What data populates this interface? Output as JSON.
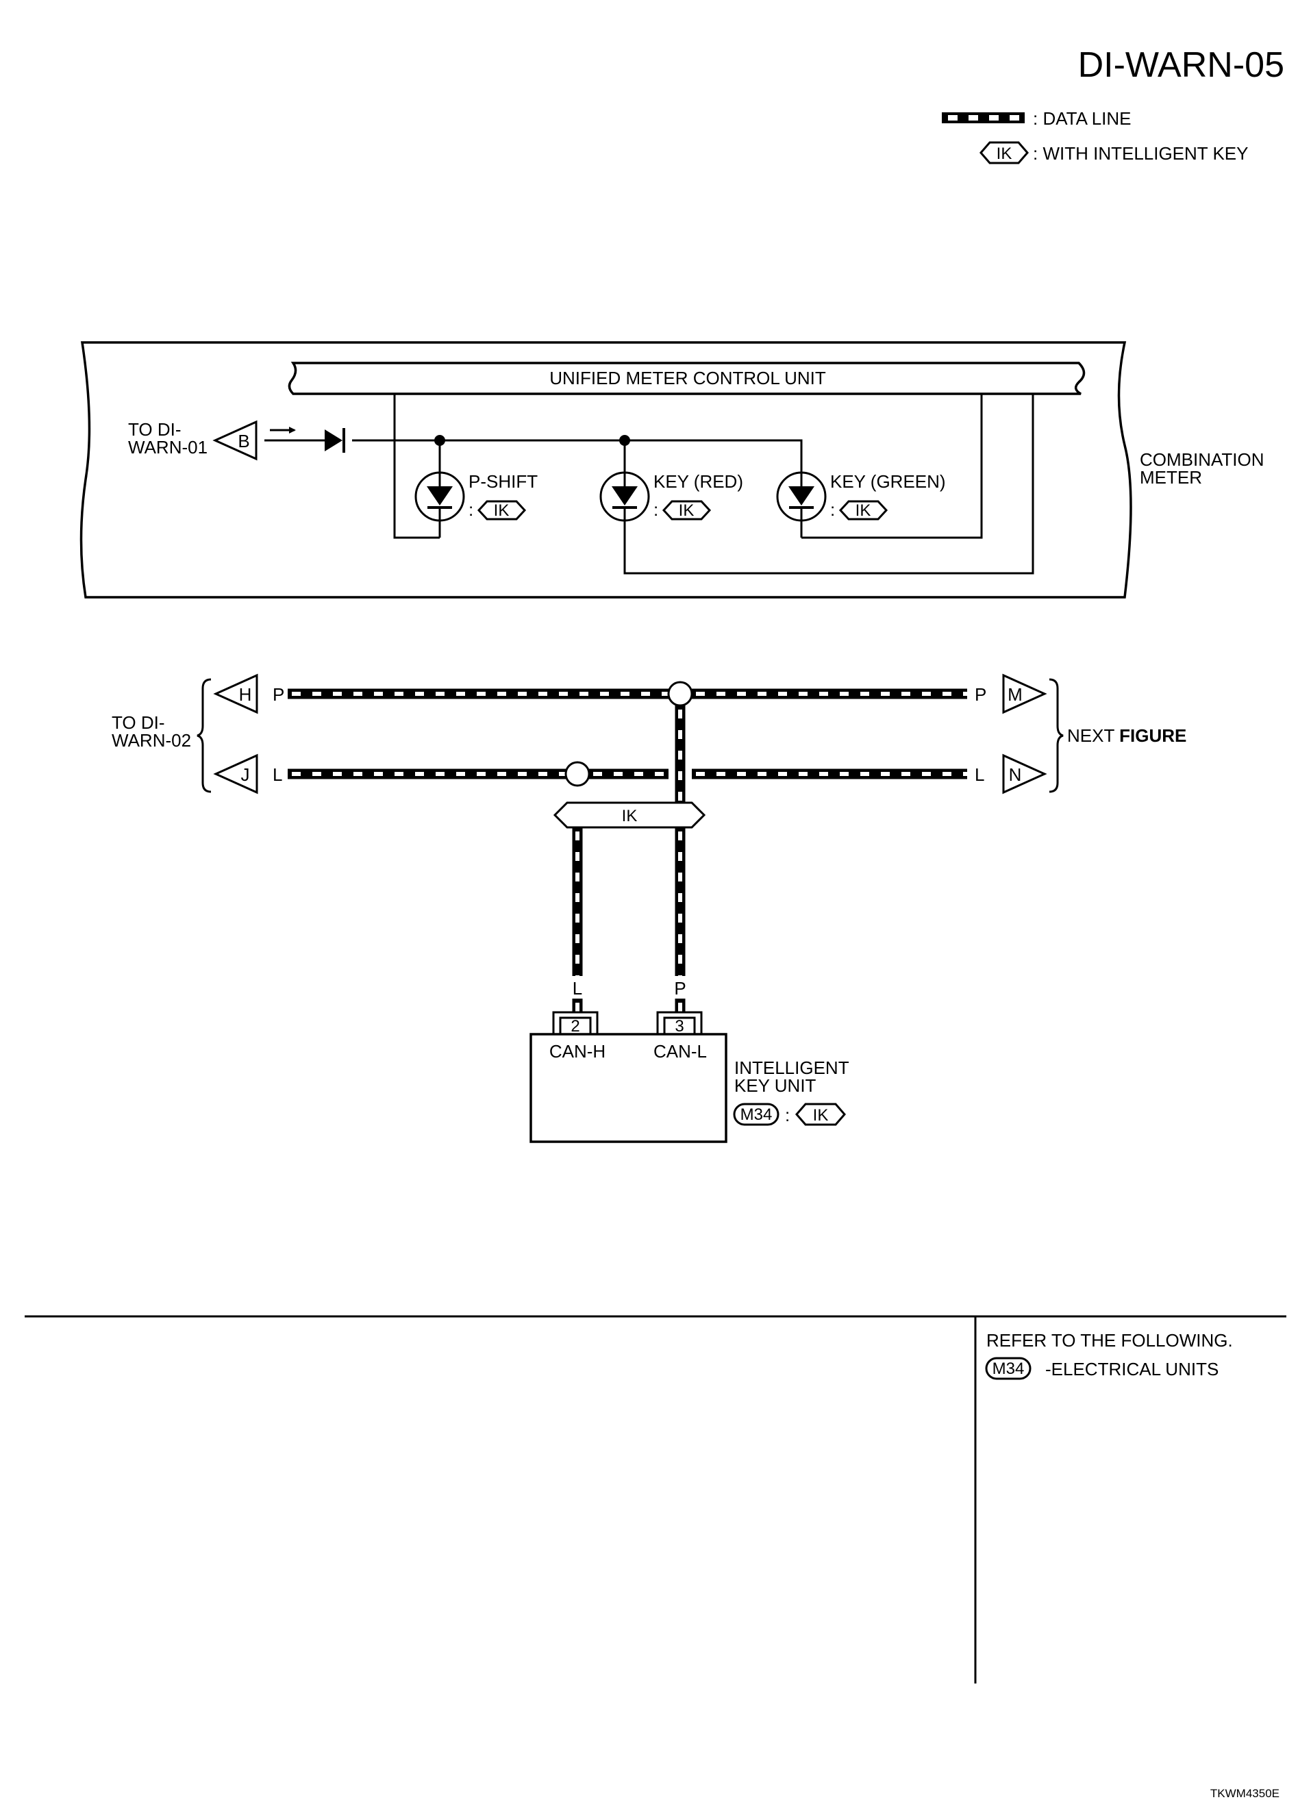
{
  "page_code": "DI-WARN-05",
  "figure_id": "TKWM4350E",
  "legend": {
    "data_line": ": DATA LINE",
    "ik_symbol": "IK",
    "with_intelligent_key": ": WITH INTELLIGENT KEY"
  },
  "combination_meter": {
    "label_line1": "COMBINATION",
    "label_line2": "METER",
    "control_unit": "UNIFIED METER CONTROL UNIT",
    "to_label_line1": "TO DI-",
    "to_label_line2": "WARN-01",
    "connector_b": "B",
    "indicators": [
      {
        "label": "P-SHIFT",
        "option_prefix": ":",
        "option": "IK"
      },
      {
        "label": "KEY (RED)",
        "option_prefix": ":",
        "option": "IK"
      },
      {
        "label": "KEY (GREEN)",
        "option_prefix": ":",
        "option": "IK"
      }
    ]
  },
  "can_bus": {
    "to_label_line1": "TO DI-",
    "to_label_line2": "WARN-02",
    "next_figure_prefix": "NEXT ",
    "next_figure_bold": "FIGURE",
    "left_connectors": {
      "top": "H",
      "bottom": "J"
    },
    "right_connectors": {
      "top": "M",
      "bottom": "N"
    },
    "wire_colors": {
      "top_left": "P",
      "top_right": "P",
      "bottom_left": "L",
      "bottom_right": "L"
    },
    "ik_splice": "IK",
    "drop_wire_colors": {
      "left": "L",
      "right": "P"
    }
  },
  "intelligent_key_unit": {
    "label_line1": "INTELLIGENT",
    "label_line2": "KEY UNIT",
    "connector_code": "M34",
    "option_prefix": ":",
    "option": "IK",
    "pins": [
      {
        "number": "2",
        "name": "CAN-H"
      },
      {
        "number": "3",
        "name": "CAN-L"
      }
    ]
  },
  "reference": {
    "heading": "REFER TO THE FOLLOWING.",
    "connector_code": "M34",
    "text": "-ELECTRICAL UNITS"
  }
}
